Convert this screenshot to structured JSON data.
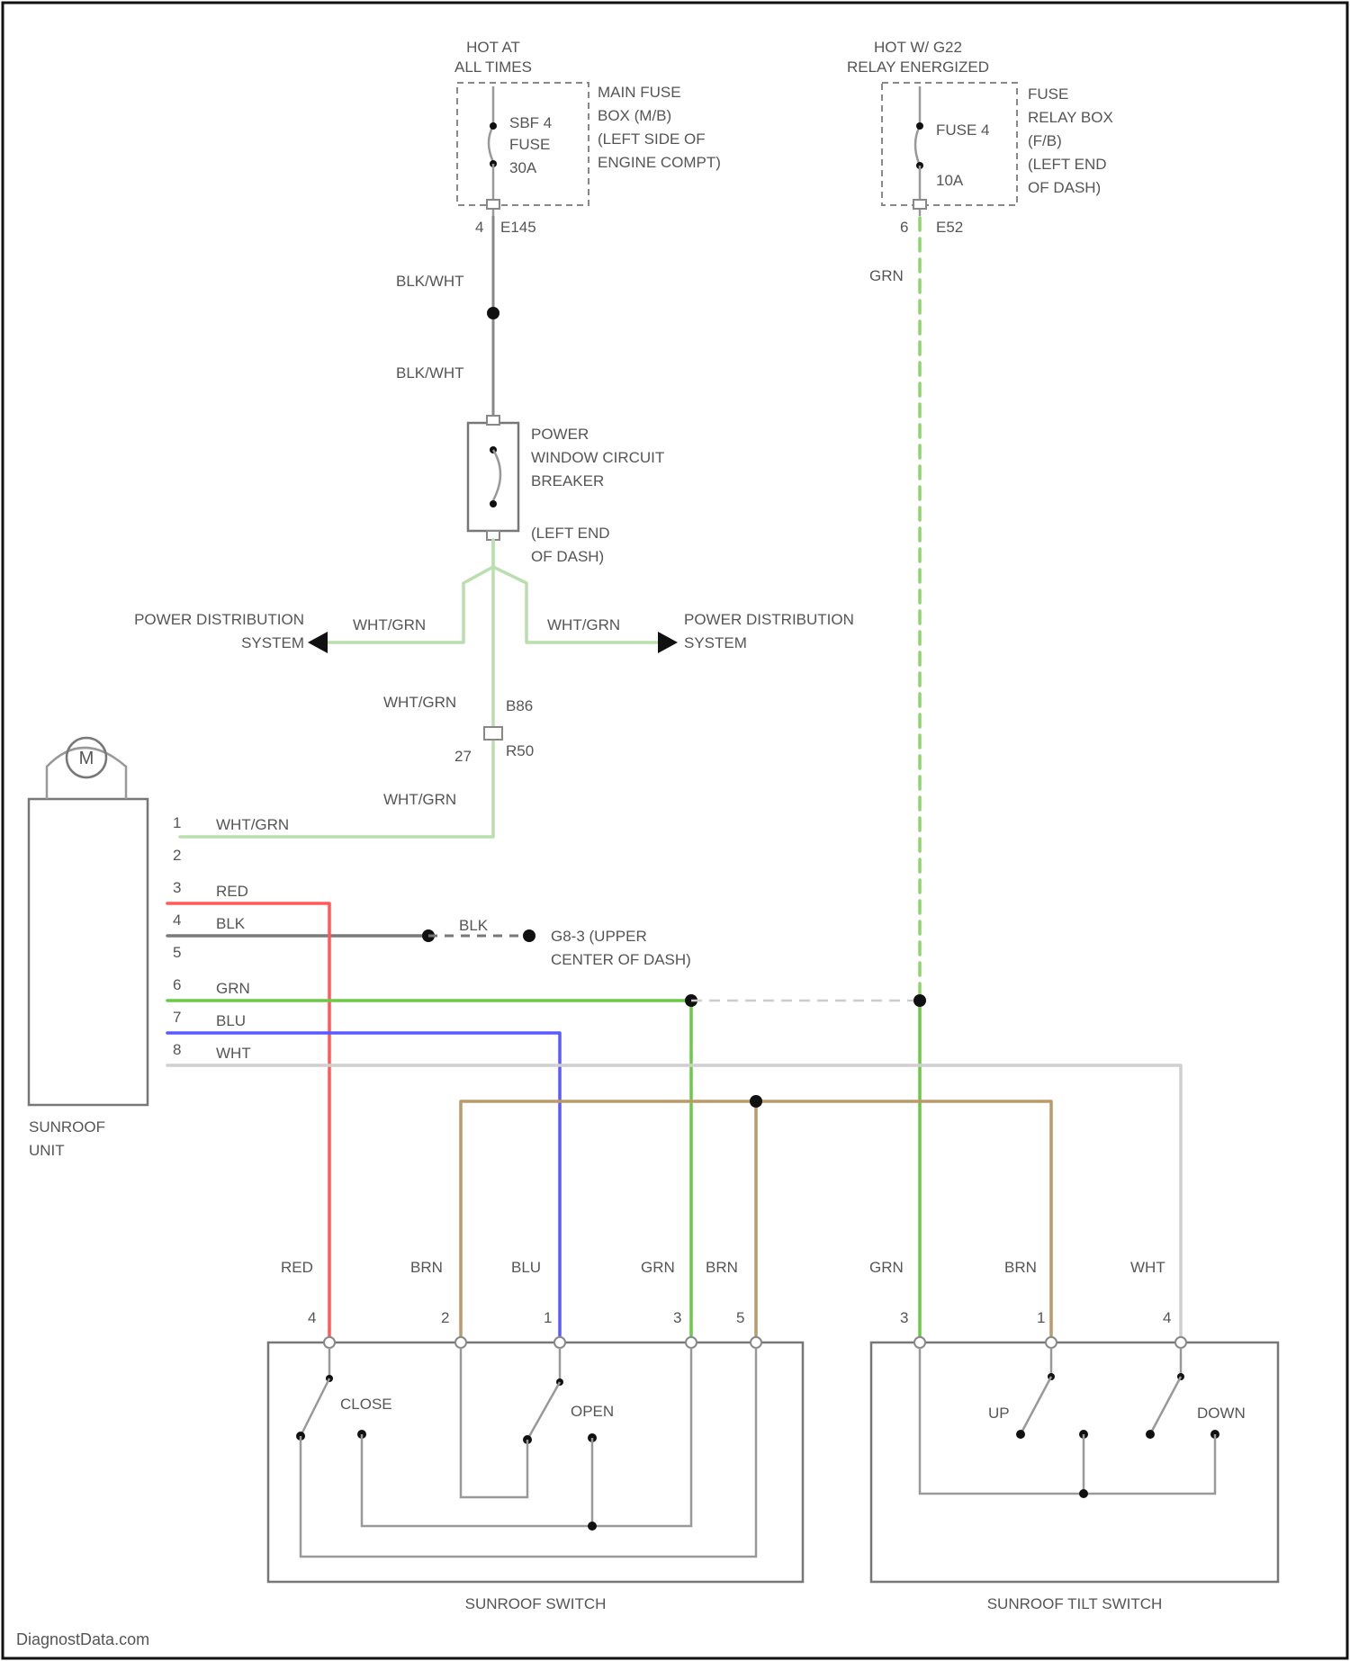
{
  "colors": {
    "grn": "#6bc84a",
    "grn_dash": "#8fd46f",
    "wht_grn": "#b9dfae",
    "red": "#ff5a5a",
    "blu": "#5a5aff",
    "brn": "#b99b6b",
    "blk": "#7a7a7a",
    "wht": "#cfcfcf"
  },
  "labels": {
    "hot_at_all_times_1": "HOT AT",
    "hot_at_all_times_2": "ALL TIMES",
    "hot_relay_1": "HOT W/ G22",
    "hot_relay_2": "RELAY ENERGIZED",
    "fuse_sbf_1": "SBF 4",
    "fuse_sbf_2": "FUSE",
    "fuse_sbf_3": "30A",
    "main_fuse_1": "MAIN FUSE",
    "main_fuse_2": "BOX (M/B)",
    "main_fuse_3": "(LEFT SIDE OF",
    "main_fuse_4": "ENGINE COMPT)",
    "fuse4_1": "FUSE 4",
    "fuse4_2": "10A",
    "relay_box_1": "FUSE",
    "relay_box_2": "RELAY BOX",
    "relay_box_3": "(F/B)",
    "relay_box_4": "(LEFT END",
    "relay_box_5": "OF DASH)",
    "pin_4": "4",
    "conn_e145": "E145",
    "pin_6": "6",
    "conn_e52": "E52",
    "wire_blk_wht_1": "BLK/WHT",
    "wire_blk_wht_2": "BLK/WHT",
    "wire_grn_top": "GRN",
    "pwcb_1": "POWER",
    "pwcb_2": "WINDOW CIRCUIT",
    "pwcb_3": "BREAKER",
    "pwcb_4": "(LEFT END",
    "pwcb_5": "OF DASH)",
    "pds_left_1": "POWER DISTRIBUTION",
    "pds_left_2": "SYSTEM",
    "pds_right_1": "POWER DISTRIBUTION",
    "pds_right_2": "SYSTEM",
    "wire_wht_grn_left": "WHT/GRN",
    "wire_wht_grn_right": "WHT/GRN",
    "wire_wht_grn_mid": "WHT/GRN",
    "wire_wht_grn_low": "WHT/GRN",
    "wire_wht_grn_unit": "WHT/GRN",
    "conn_b86": "B86",
    "conn_r50": "R50",
    "pin_27": "27",
    "motor": "M",
    "unit_pins": [
      "1",
      "2",
      "3",
      "4",
      "5",
      "6",
      "7",
      "8"
    ],
    "unit_wire_red": "RED",
    "unit_wire_blk": "BLK",
    "unit_wire_grn": "GRN",
    "unit_wire_blu": "BLU",
    "unit_wire_wht": "WHT",
    "ground_wire": "BLK",
    "ground_1": "G8-3 (UPPER",
    "ground_2": "CENTER OF DASH)",
    "sunroof_unit_1": "SUNROOF",
    "sunroof_unit_2": "UNIT",
    "sw_wire_red": "RED",
    "sw_wire_brn": "BRN",
    "sw_wire_blu": "BLU",
    "sw_wire_grn": "GRN",
    "sw_wire_brn2": "BRN",
    "tilt_wire_grn": "GRN",
    "tilt_wire_brn": "BRN",
    "tilt_wire_wht": "WHT",
    "sw_pin_4": "4",
    "sw_pin_2": "2",
    "sw_pin_1": "1",
    "sw_pin_3": "3",
    "sw_pin_5": "5",
    "tilt_pin_3": "3",
    "tilt_pin_1": "1",
    "tilt_pin_4": "4",
    "close": "CLOSE",
    "open": "OPEN",
    "up": "UP",
    "down": "DOWN",
    "sunroof_switch": "SUNROOF SWITCH",
    "sunroof_tilt_switch": "SUNROOF TILT SWITCH",
    "watermark": "DiagnostData.com"
  }
}
